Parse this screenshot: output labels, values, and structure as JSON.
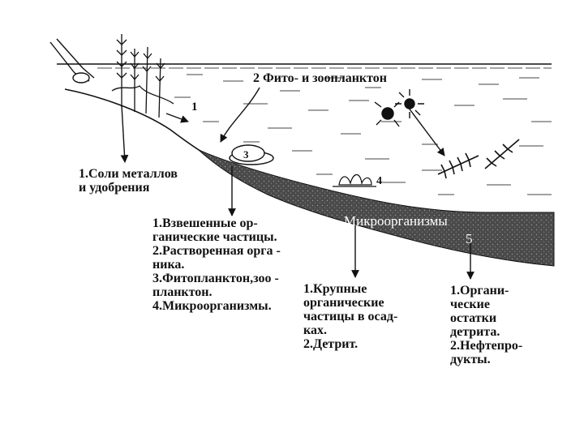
{
  "diagram": {
    "label_plankton": "2  Фито- и зоопланктон",
    "marker_1": "1",
    "marker_3": "3",
    "marker_4": "4",
    "marker_5": "5",
    "band_label": "Микроорганизмы",
    "labels": {
      "metals": [
        "1.Соли металлов",
        "и удобрения"
      ],
      "water_column": [
        "1.Взвешенные ор-",
        "ганические частицы.",
        "2.Растворенная орга -",
        "ника.",
        "3.Фитопланктон,зоо -",
        "планктон.",
        "4.Микроорганизмы."
      ],
      "sediment_middle": [
        "1.Крупные",
        "органические",
        "частицы в осад-",
        "ках.",
        "2.Детрит."
      ],
      "sediment_right": [
        "1.Органи-",
        "ческие",
        "остатки",
        "детрита.",
        "2.Нефтепро-",
        "дукты."
      ]
    },
    "colors": {
      "ink": "#111111",
      "sediment": "#4a4a4a",
      "water_hatch": "#444444",
      "band_text": "#ffffff"
    }
  }
}
